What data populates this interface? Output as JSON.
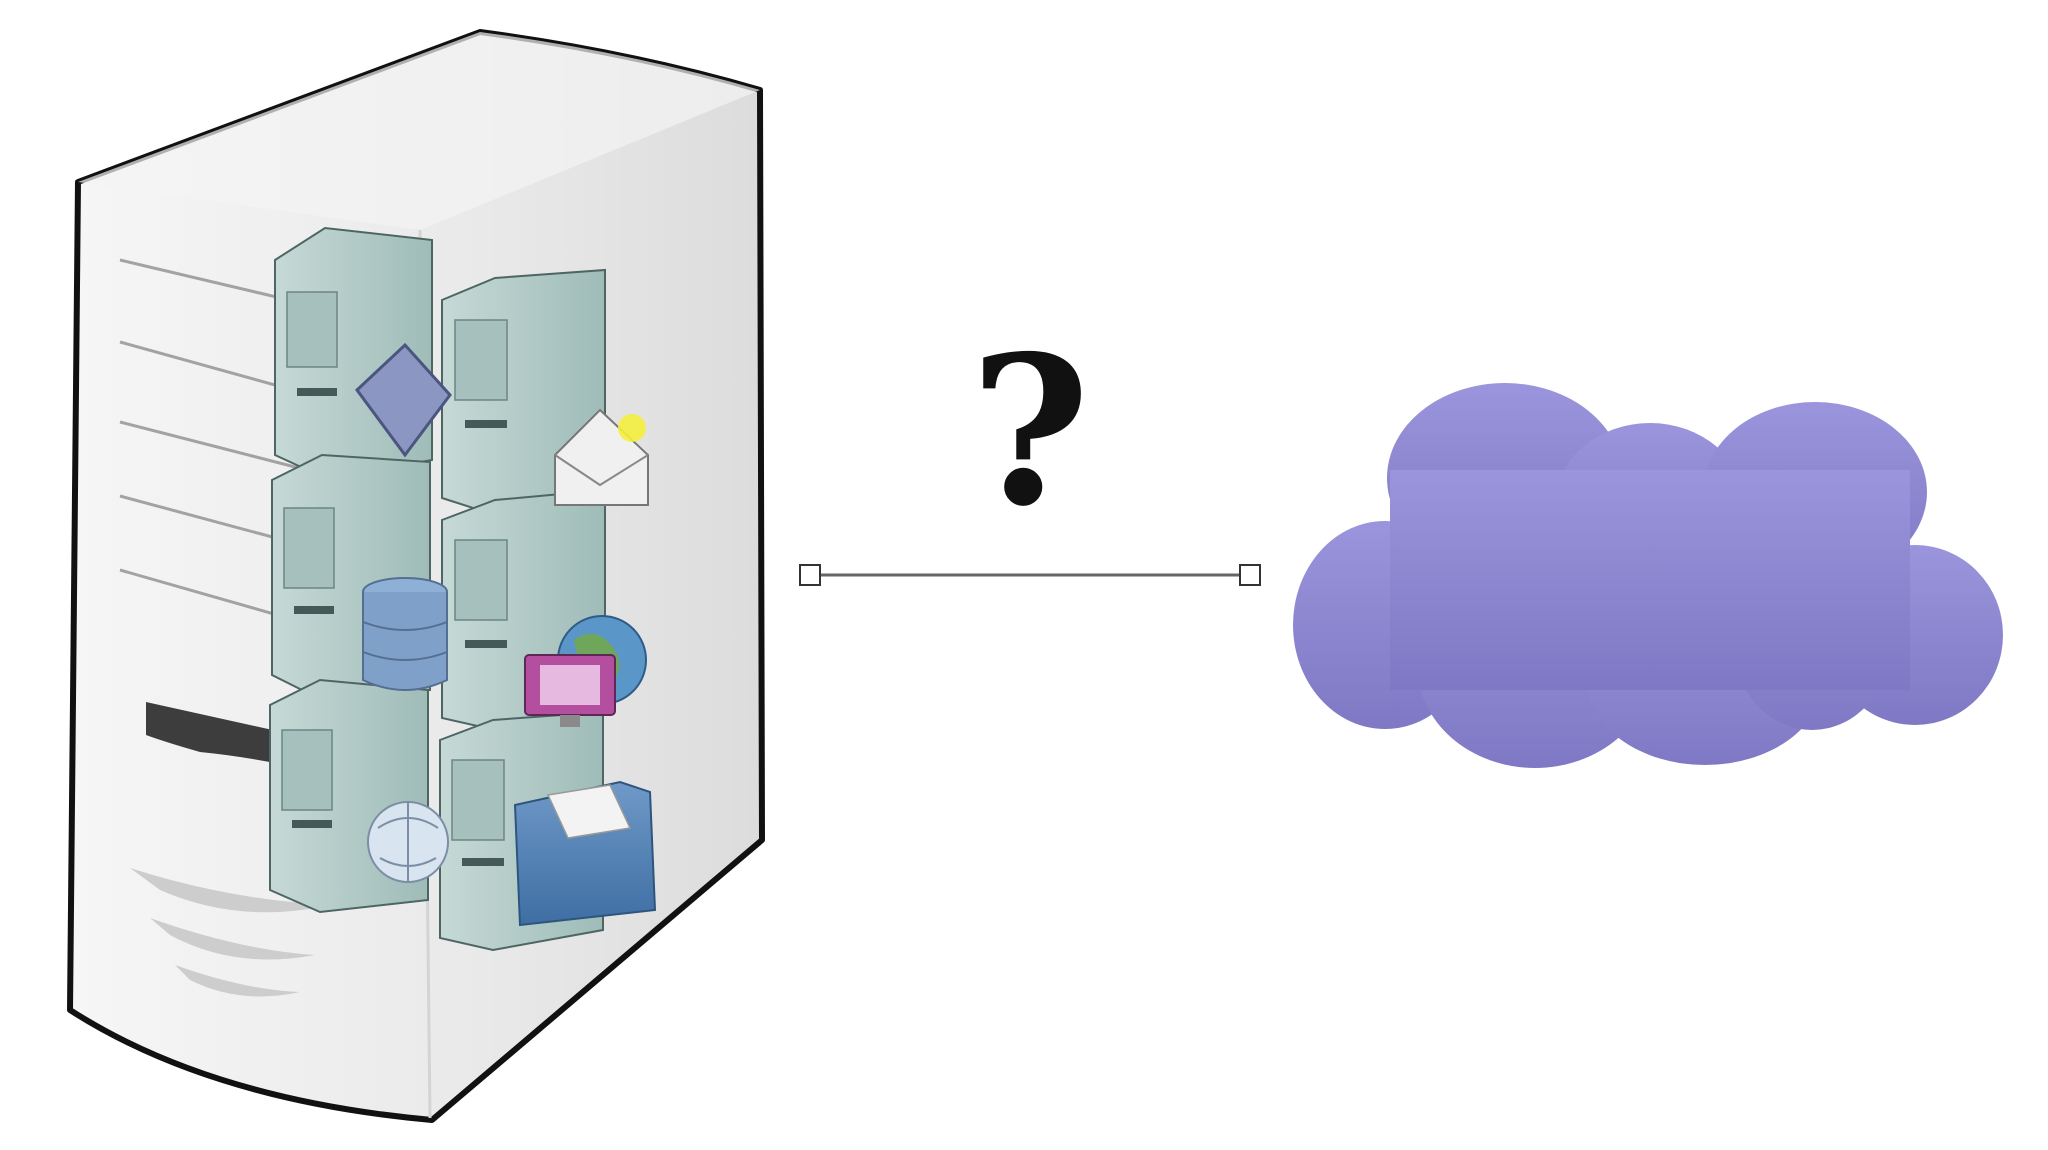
{
  "diagram": {
    "nodes": [
      {
        "id": "server",
        "type": "server-tower",
        "icon": "virtual-server-icon"
      },
      {
        "id": "cloud",
        "type": "cloud",
        "icon": "cloud-icon"
      }
    ],
    "edges": [
      {
        "from": "server",
        "to": "cloud",
        "label": "?"
      }
    ],
    "label": "?",
    "colors": {
      "cloud_top": "#9a95dc",
      "cloud_bottom": "#7f78c4",
      "server_shell": "#efefef",
      "server_outline": "#111111",
      "inner_server": "#b7cecb",
      "connector": "#555555"
    }
  }
}
